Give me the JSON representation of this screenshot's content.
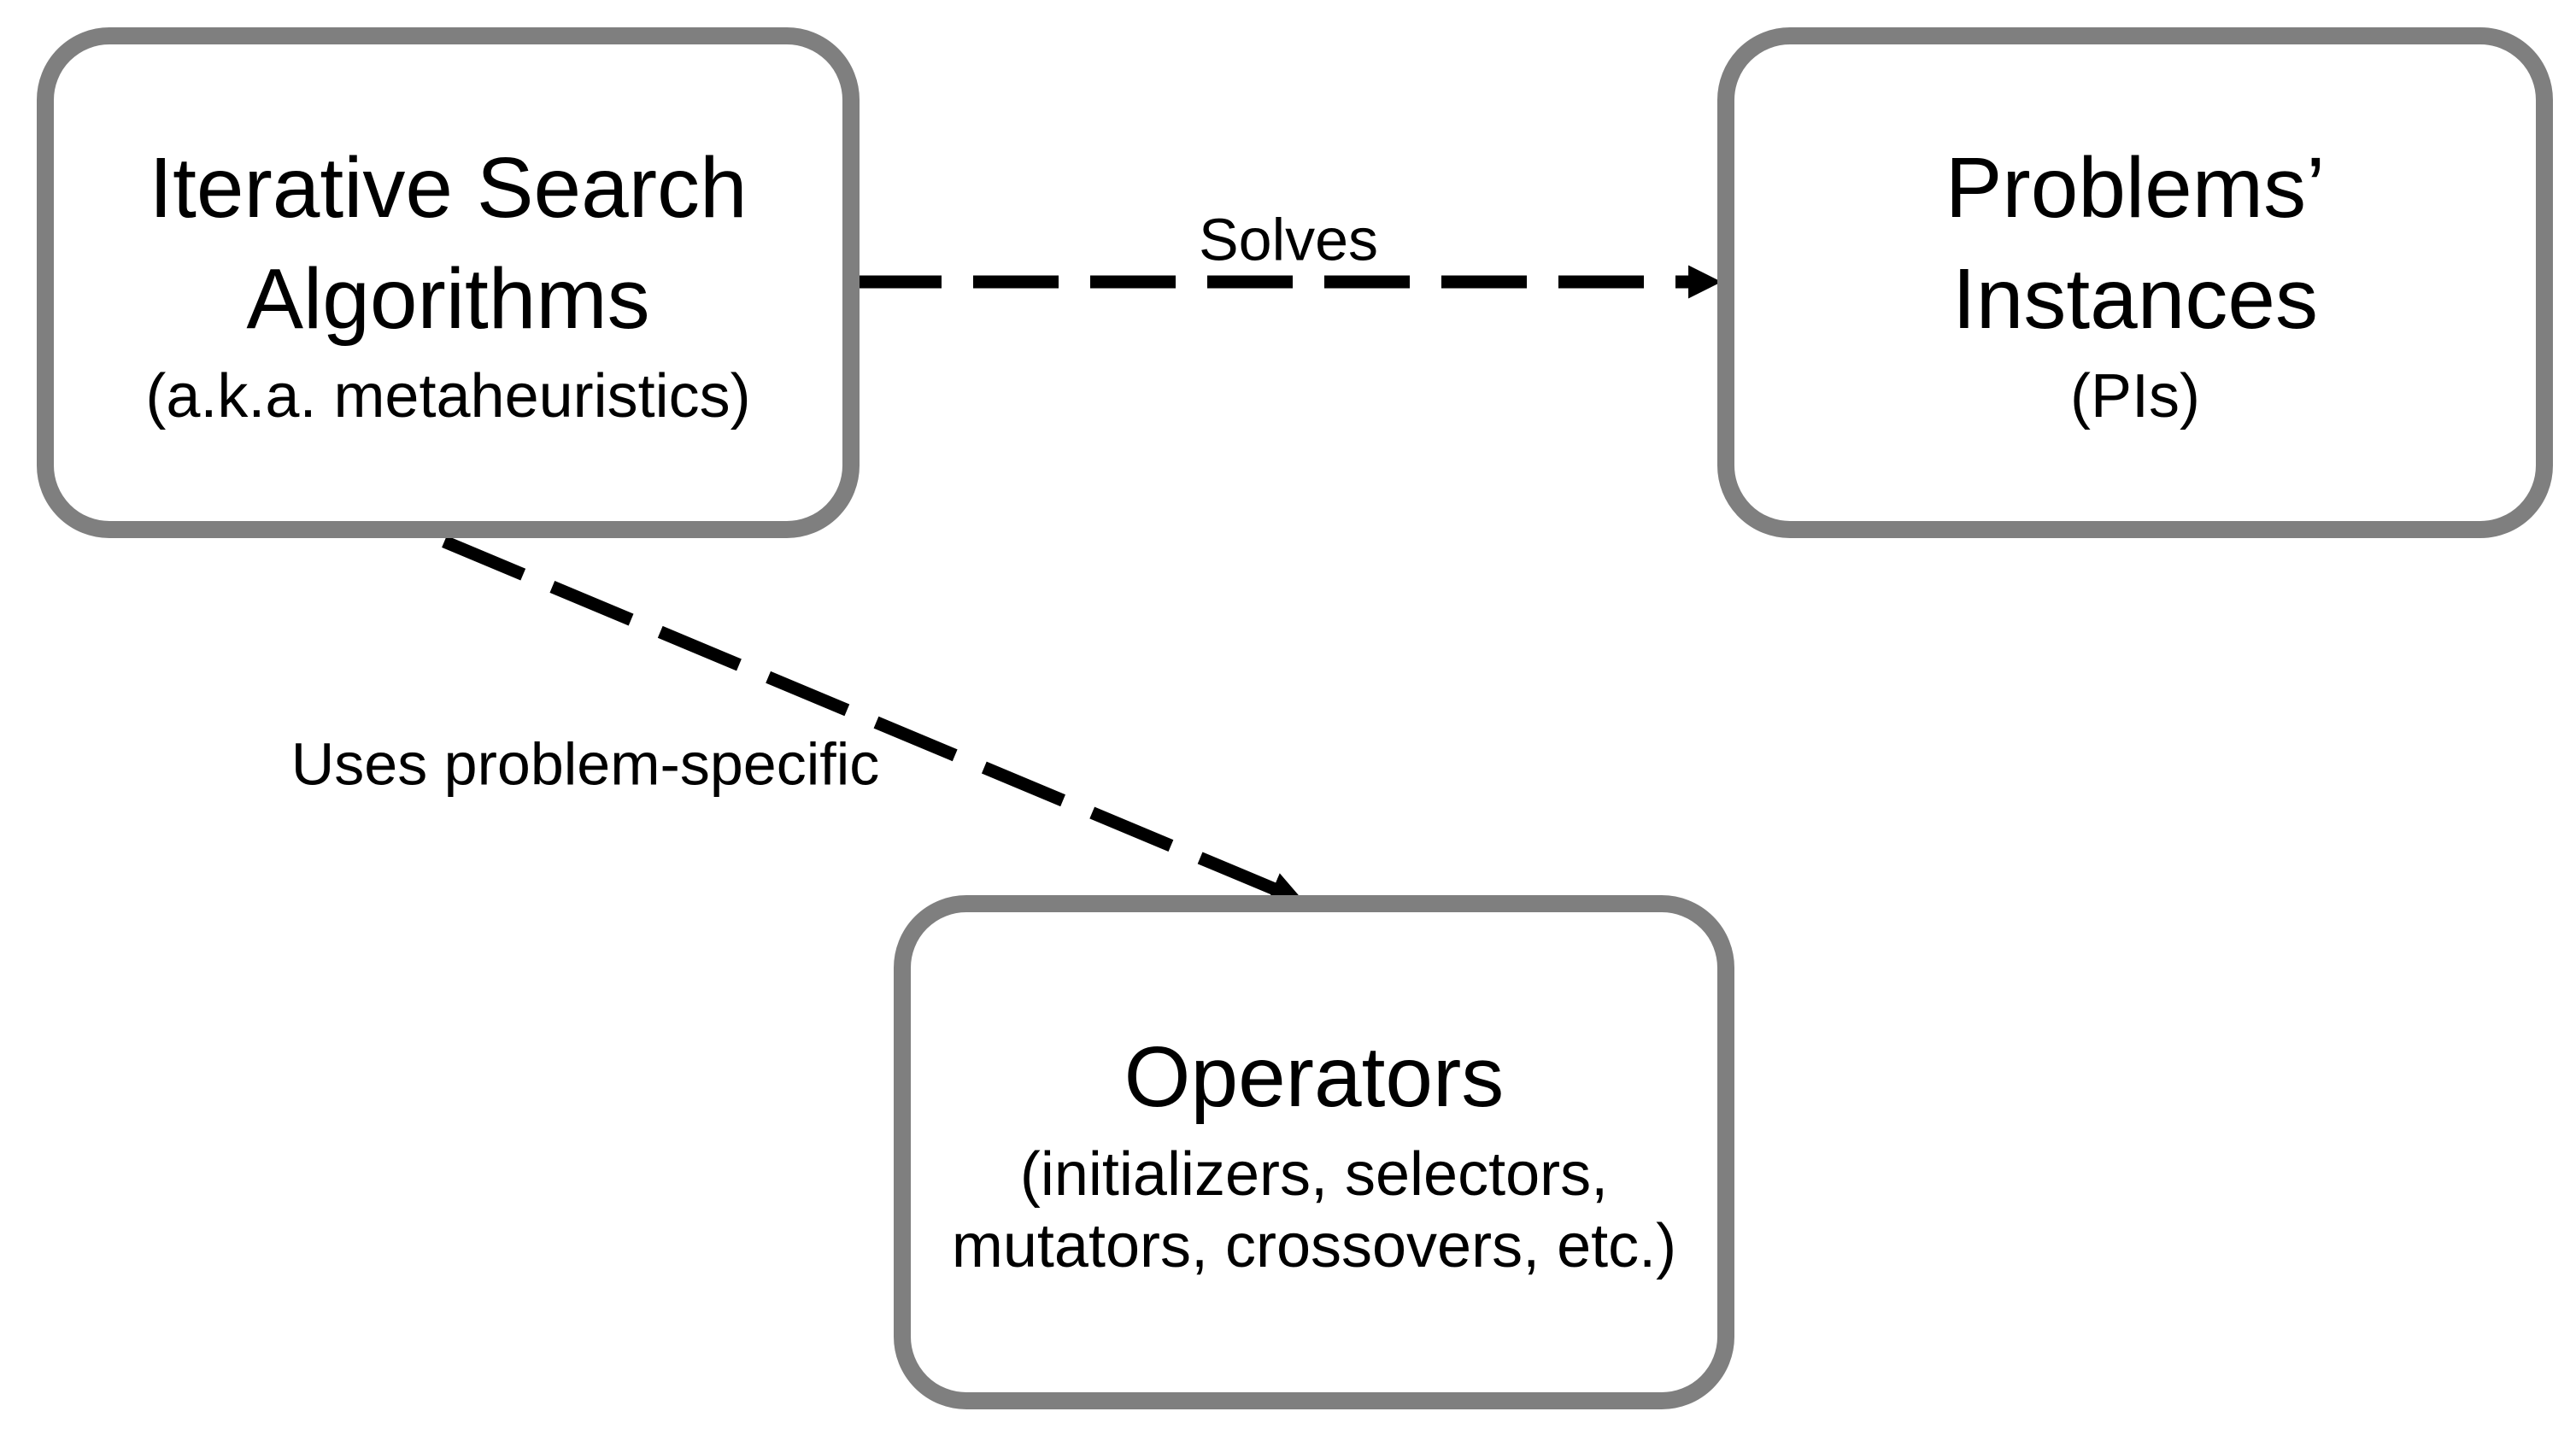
{
  "nodes": {
    "iterative_search_algorithms": {
      "title": "Iterative Search\nAlgorithms",
      "subtitle": "(a.k.a. metaheuristics)"
    },
    "problems_instances": {
      "title": "Problems’\nInstances",
      "subtitle": "(PIs)"
    },
    "operators": {
      "title": "Operators",
      "subtitle": "(initializers, selectors,\nmutators, crossovers, etc.)"
    }
  },
  "edges": {
    "solves": {
      "label": "Solves",
      "from": "iterative_search_algorithms",
      "to": "problems_instances",
      "style": "dashed-arrow"
    },
    "uses": {
      "label": "Uses problem-specific",
      "from": "iterative_search_algorithms",
      "to": "operators",
      "style": "dashed-arrow"
    }
  },
  "theme": {
    "border_color": "#7f7f7f",
    "text_color": "#000000",
    "background": "#ffffff",
    "arrow_color": "#000000"
  }
}
